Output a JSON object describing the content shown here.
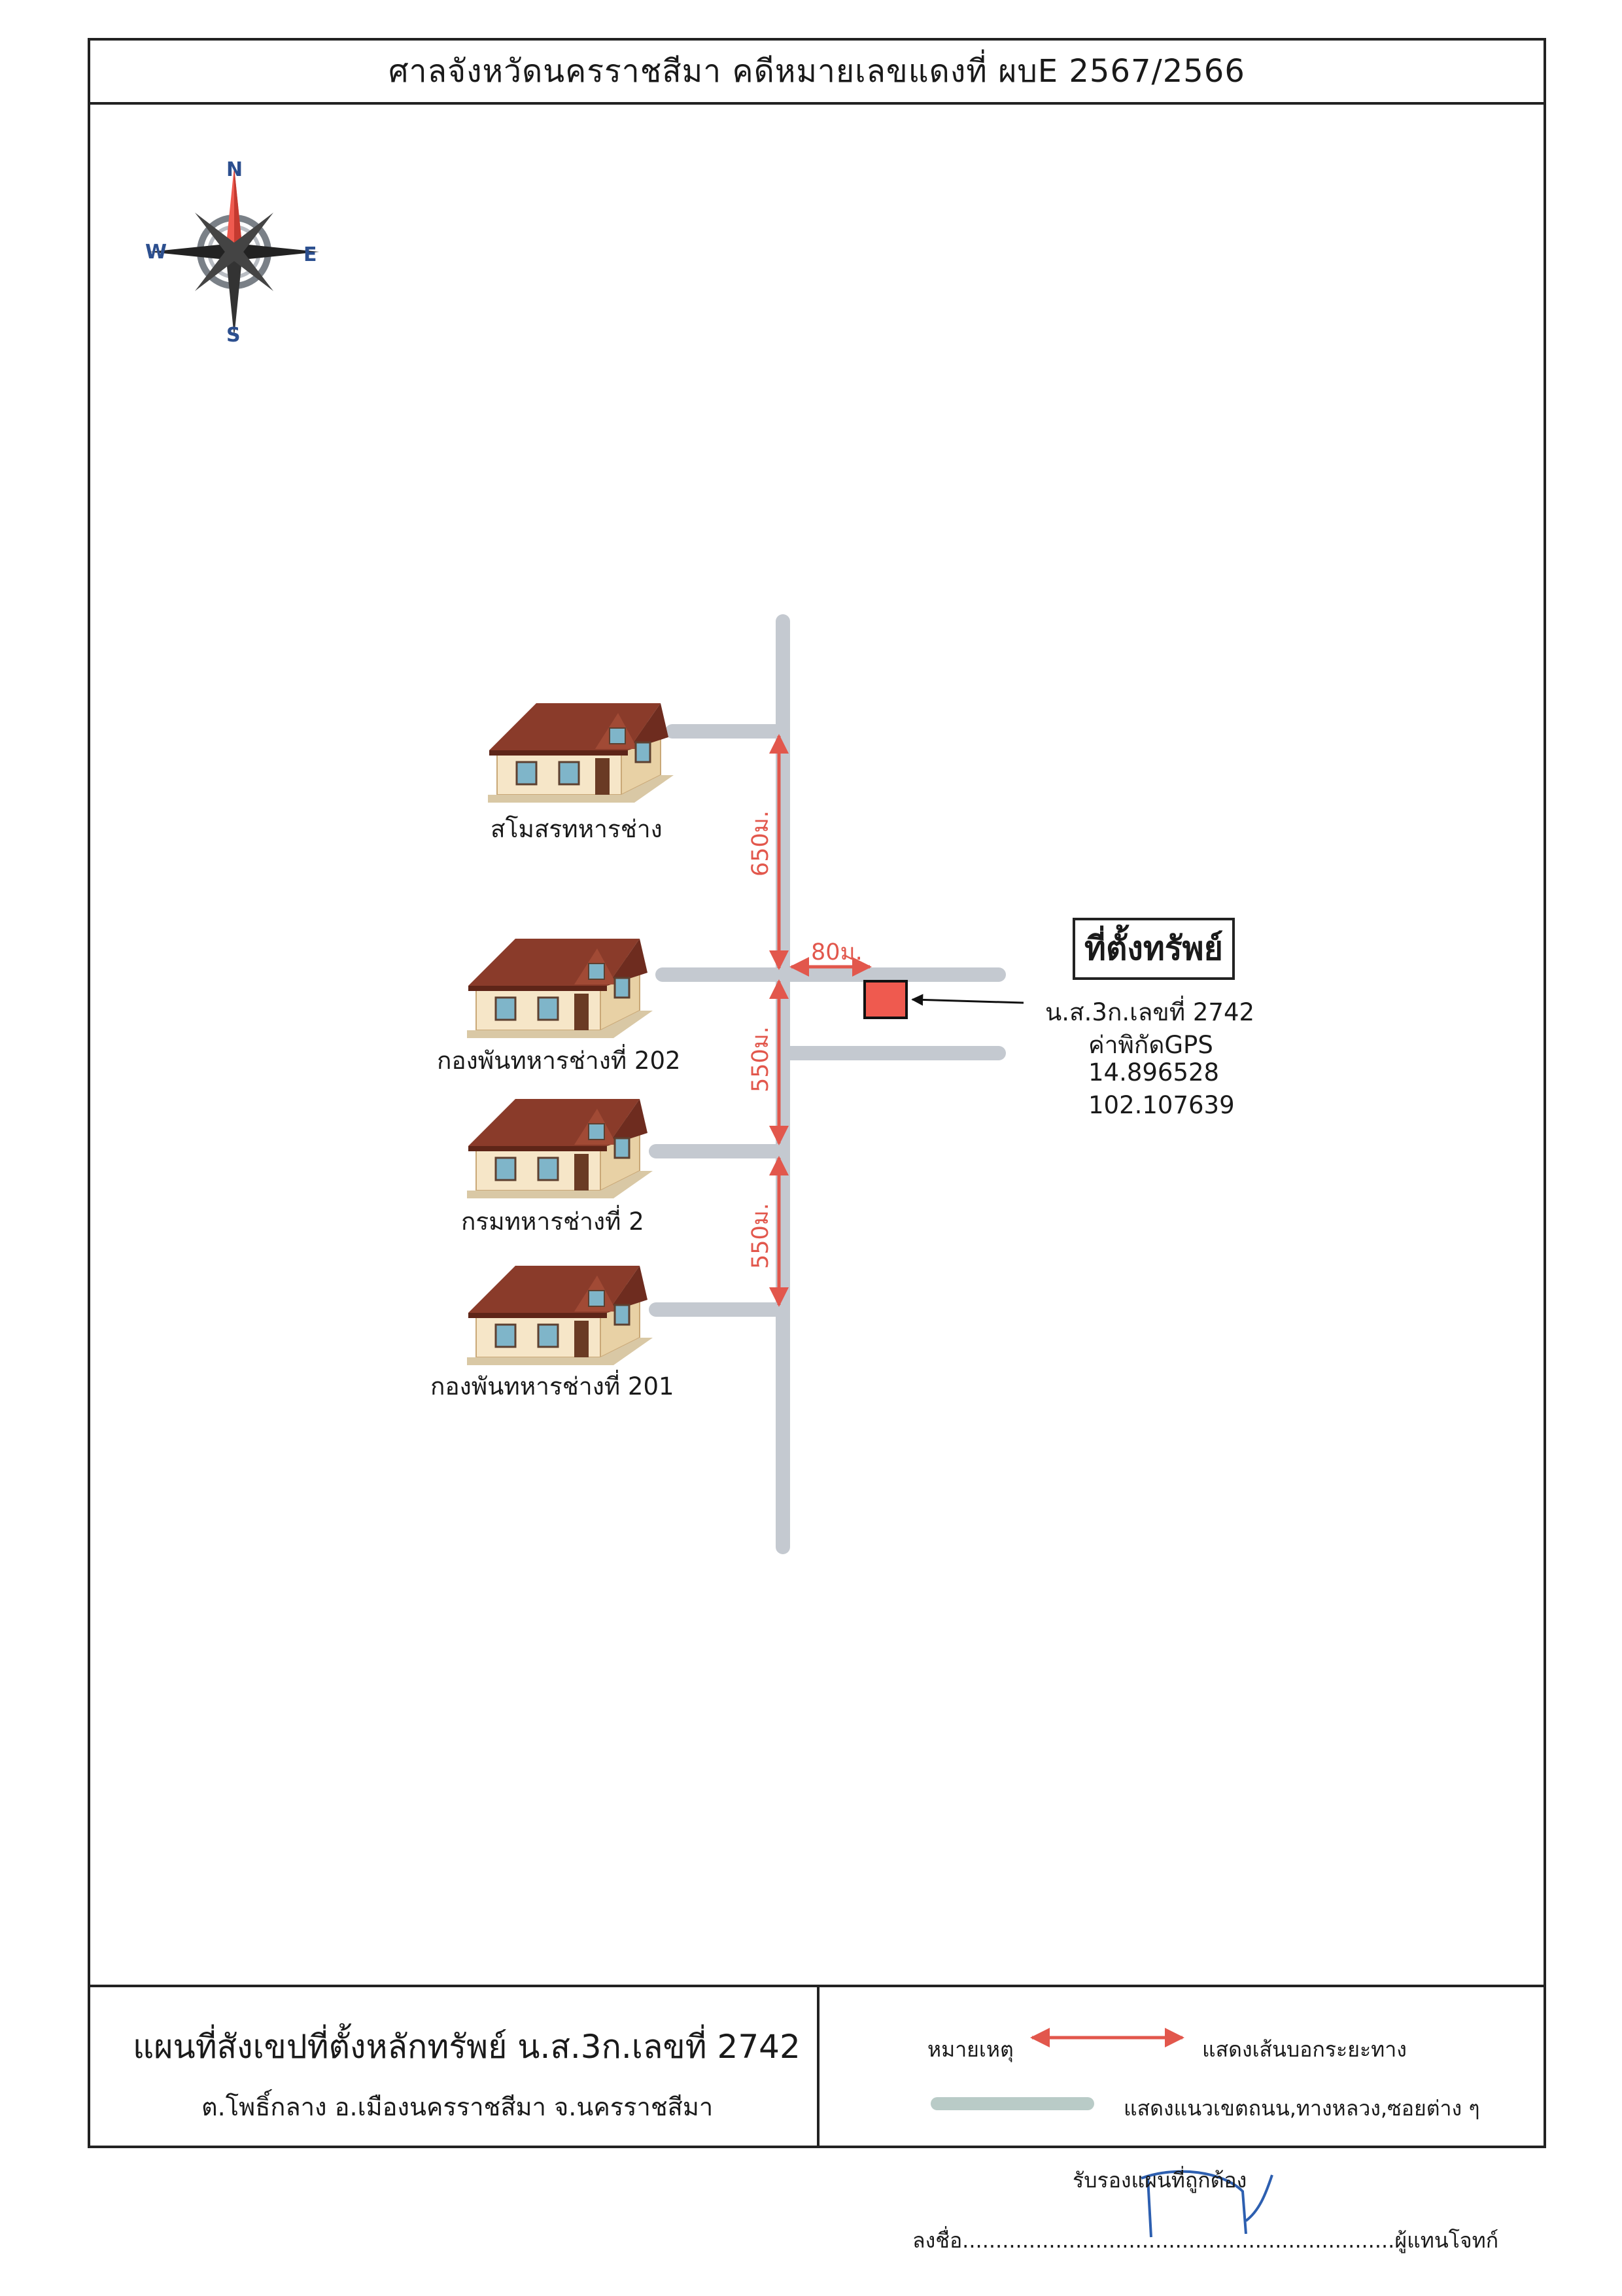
{
  "header": {
    "title": "ศาลจังหวัดนครราชสีมา คดีหมายเลขแดงที่ ผบE 2567/2566"
  },
  "compass": {
    "north": "N",
    "south": "S",
    "east": "E",
    "west": "W"
  },
  "landmarks": [
    {
      "name": "สโมสรทหารช่าง"
    },
    {
      "name": "กองพันทหารช่างที่ 202"
    },
    {
      "name": "กรมทหารช่างที่ 2"
    },
    {
      "name": "กองพันทหารช่างที่ 201"
    }
  ],
  "distances": {
    "d1": "650ม.",
    "d2": "80ม.",
    "d3": "550ม.",
    "d4": "550ม."
  },
  "property": {
    "heading": "ที่ตั้งทรัพย์",
    "deed": "น.ส.3ก.เลขที่ 2742",
    "gps_label": "ค่าพิกัดGPS",
    "lat": "14.896528",
    "lon": "102.107639",
    "marker_color": "#ef5a4f"
  },
  "footer": {
    "plan_title": "แผนที่สังเขปที่ตั้งหลักทรัพย์ น.ส.3ก.เลขที่ 2742",
    "plan_sub": "ต.โพธิ์กลาง  อ.เมืองนครราชสีมา  จ.นครราชสีมา",
    "legend_heading": "หมายเหตุ",
    "legend_arrow": "แสดงเส้นบอกระยะทาง",
    "legend_road": "แสดงแนวเขตถนน,ทางหลวง,ซอยต่าง ๆ"
  },
  "signature": {
    "certify": "รับรองแผนที่ถูกต้อง",
    "sign_line": "ลงชื่อ.................................................................ผู้แทนโจทก์"
  },
  "colors": {
    "road": "#c4c9d0",
    "arrow": "#e2574c",
    "roof": "#8a3b2a",
    "wall": "#f6e6c8"
  }
}
